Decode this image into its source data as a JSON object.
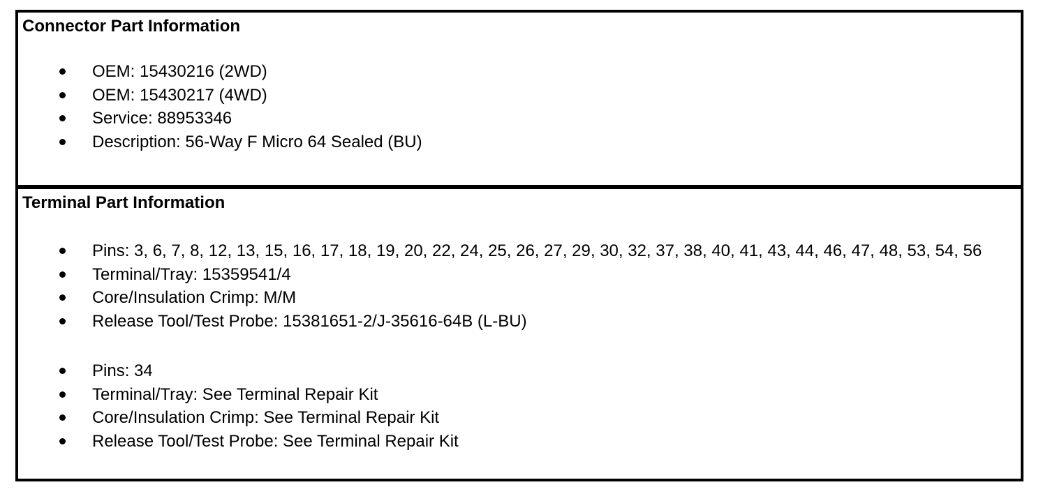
{
  "colors": {
    "text": "#000000",
    "background": "#ffffff",
    "border": "#000000"
  },
  "sections": [
    {
      "title": "Connector Part Information",
      "groups": [
        {
          "items": [
            "OEM: 15430216 (2WD)",
            "OEM: 15430217 (4WD)",
            "Service: 88953346",
            "Description: 56-Way F Micro 64 Sealed (BU)"
          ]
        }
      ]
    },
    {
      "title": "Terminal Part Information",
      "groups": [
        {
          "items": [
            "Pins: 3, 6, 7, 8, 12, 13, 15, 16, 17, 18, 19, 20, 22, 24, 25, 26, 27, 29, 30, 32, 37, 38, 40, 41, 43, 44, 46, 47, 48, 53, 54, 56",
            "Terminal/Tray: 15359541/4",
            "Core/Insulation Crimp: M/M",
            "Release Tool/Test Probe: 15381651-2/J-35616-64B (L-BU)"
          ]
        },
        {
          "items": [
            "Pins: 34",
            "Terminal/Tray: See Terminal Repair Kit",
            "Core/Insulation Crimp: See Terminal Repair Kit",
            "Release Tool/Test Probe: See Terminal Repair Kit"
          ]
        }
      ]
    }
  ]
}
